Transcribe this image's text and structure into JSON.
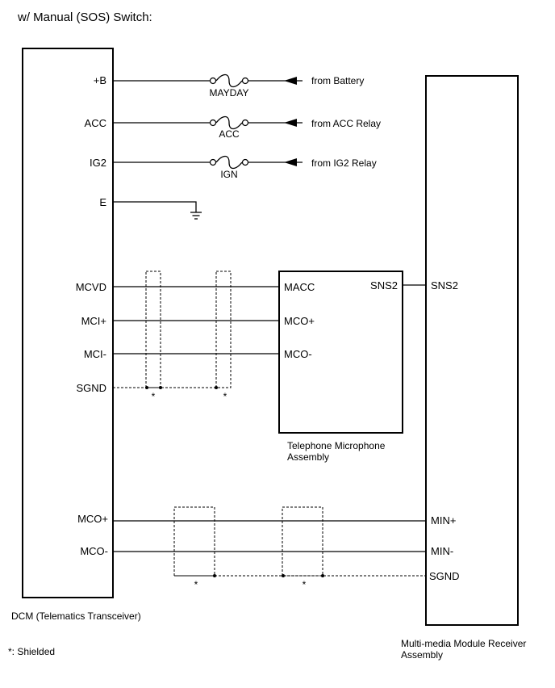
{
  "title": "w/ Manual (SOS) Switch:",
  "dcm": {
    "name": "DCM (Telematics Transceiver)",
    "pins": {
      "b_plus": "+B",
      "acc": "ACC",
      "ig2": "IG2",
      "e": "E",
      "mcvd": "MCVD",
      "mci_plus": "MCI+",
      "mci_minus": "MCI-",
      "sgnd": "SGND",
      "mco_plus": "MCO+",
      "mco_minus": "MCO-"
    }
  },
  "fuses": [
    {
      "label": "MAYDAY",
      "source": "from Battery"
    },
    {
      "label": "ACC",
      "source": "from ACC Relay"
    },
    {
      "label": "IGN",
      "source": "from IG2 Relay"
    }
  ],
  "microphone": {
    "name_line1": "Telephone Microphone",
    "name_line2": "Assembly",
    "pins": {
      "macc": "MACC",
      "mco_plus": "MCO+",
      "mco_minus": "MCO-",
      "sns2": "SNS2"
    }
  },
  "receiver": {
    "name_line1": "Multi-media Module Receiver",
    "name_line2": "Assembly",
    "pins": {
      "sns2": "SNS2",
      "min_plus": "MIN+",
      "min_minus": "MIN-",
      "sgnd": "SGND"
    }
  },
  "shield_mark": "*",
  "footnote": "*: Shielded"
}
